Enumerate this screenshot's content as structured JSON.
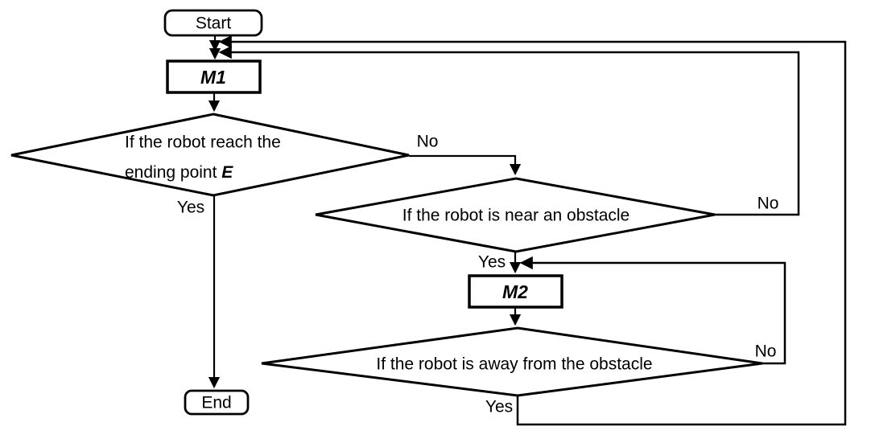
{
  "flowchart": {
    "title": "robot-navigation-flowchart",
    "colors": {
      "line": "#000000",
      "text": "#000000",
      "background": "#ffffff",
      "shape_fill": "#ffffff"
    },
    "nodes": {
      "start": {
        "label": "Start",
        "type": "terminator"
      },
      "m1": {
        "label": "M1",
        "type": "process"
      },
      "d1": {
        "type": "decision",
        "line1": "If the robot reach the",
        "line2_prefix": "ending point ",
        "line2_emph": "E"
      },
      "d2": {
        "type": "decision",
        "label": "If the robot is near an obstacle"
      },
      "m2": {
        "label": "M2",
        "type": "process"
      },
      "d3": {
        "type": "decision",
        "label": "If the robot is away from the obstacle"
      },
      "end": {
        "label": "End",
        "type": "terminator"
      }
    },
    "edge_labels": {
      "d1_no": "No",
      "d1_yes": "Yes",
      "d2_no": "No",
      "d2_yes": "Yes",
      "d3_no": "No",
      "d3_yes": "Yes"
    }
  }
}
